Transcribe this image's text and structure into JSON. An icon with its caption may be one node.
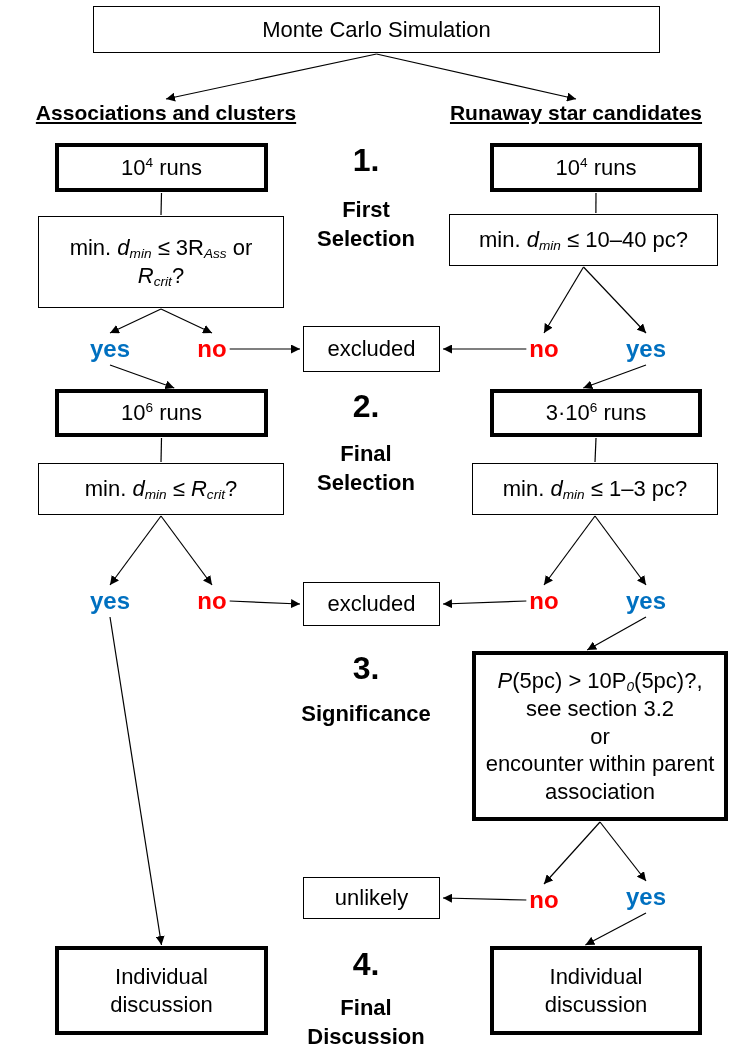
{
  "diagram": {
    "nodes": [
      {
        "text": [
          "Monte Carlo Simulation"
        ]
      },
      {
        "text": [
          "Associations and clusters"
        ]
      },
      {
        "text": [
          "Runaway star candidates"
        ]
      },
      {
        "text": [
          "10$^{4}$ runs"
        ]
      },
      {
        "text": [
          "10$^{4}$ runs"
        ]
      },
      {
        "text": [
          "min. *d*$_{min}$ ≤ 3R$_{Ass}$ or *R*$_{crit}$?"
        ]
      },
      {
        "text": [
          "min. *d*$_{min}$ ≤ 10–40 pc?"
        ]
      },
      {
        "text": [
          "yes"
        ]
      },
      {
        "text": [
          "no"
        ]
      },
      {
        "text": [
          "excluded"
        ]
      },
      {
        "text": [
          "no"
        ]
      },
      {
        "text": [
          "yes"
        ]
      },
      {
        "text": [
          "10$^{6}$ runs"
        ]
      },
      {
        "text": [
          "3·10$^{6}$ runs"
        ]
      },
      {
        "text": [
          "min. *d*$_{min}$ ≤ *R*$_{crit}$?"
        ]
      },
      {
        "text": [
          "min. *d*$_{min}$ ≤ 1–3 pc?"
        ]
      },
      {
        "text": [
          "yes"
        ]
      },
      {
        "text": [
          "no"
        ]
      },
      {
        "text": [
          "excluded"
        ]
      },
      {
        "text": [
          "no"
        ]
      },
      {
        "text": [
          "yes"
        ]
      },
      {
        "text": [
          "*P*(5pc) > 10P$_{0}$(5pc)?, see section 3.2",
          "or",
          "encounter within parent association"
        ]
      },
      {
        "text": [
          "unlikely"
        ]
      },
      {
        "text": [
          "no"
        ]
      },
      {
        "text": [
          "yes"
        ]
      },
      {
        "text": [
          "Individual discussion"
        ]
      },
      {
        "text": [
          "Individual discussion"
        ]
      }
    ],
    "edges": [
      {
        "from": 0,
        "to": 1,
        "arrow": "to"
      },
      {
        "from": 0,
        "to": 2,
        "arrow": "to"
      },
      {
        "from": 3,
        "to": 5,
        "arrow": "none"
      },
      {
        "from": 4,
        "to": 6,
        "arrow": "none"
      },
      {
        "from": 5,
        "to": 7,
        "arrow": "to"
      },
      {
        "from": 5,
        "to": 8,
        "arrow": "to"
      },
      {
        "from": 8,
        "to": 9,
        "arrow": "to"
      },
      {
        "from": 10,
        "to": 9,
        "arrow": "to"
      },
      {
        "from": 6,
        "to": 10,
        "arrow": "to"
      },
      {
        "from": 6,
        "to": 11,
        "arrow": "to"
      },
      {
        "from": 7,
        "to": 12,
        "arrow": "to"
      },
      {
        "from": 11,
        "to": 13,
        "arrow": "to"
      },
      {
        "from": 12,
        "to": 14,
        "arrow": "none"
      },
      {
        "from": 13,
        "to": 15,
        "arrow": "none"
      },
      {
        "from": 14,
        "to": 16,
        "arrow": "to"
      },
      {
        "from": 14,
        "to": 17,
        "arrow": "to"
      },
      {
        "from": 17,
        "to": 18,
        "arrow": "to"
      },
      {
        "from": 19,
        "to": 18,
        "arrow": "to"
      },
      {
        "from": 15,
        "to": 19,
        "arrow": "to"
      },
      {
        "from": 15,
        "to": 20,
        "arrow": "to"
      },
      {
        "from": 20,
        "to": 21,
        "arrow": "to"
      },
      {
        "from": 16,
        "to": 25,
        "arrow": "to"
      },
      {
        "from": 21,
        "to": 23,
        "arrow": "to"
      },
      {
        "from": 21,
        "to": 24,
        "arrow": "to"
      },
      {
        "from": 23,
        "to": 22,
        "arrow": "to"
      },
      {
        "from": 24,
        "to": 26,
        "arrow": "to"
      }
    ],
    "labels": [
      "1.",
      "First Selection",
      "2.",
      "Final Selection",
      "3.",
      "Significance",
      "4.",
      "Final Discussion"
    ]
  }
}
